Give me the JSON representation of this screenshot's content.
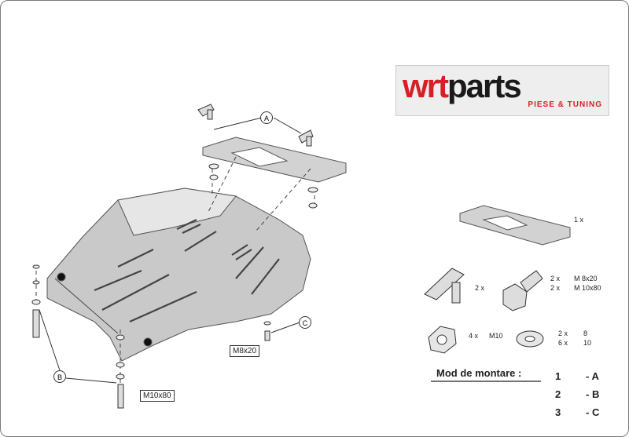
{
  "logo": {
    "brand_left": "wrt",
    "brand_right": "parts",
    "tagline": "PIESE & TUNING",
    "colors": {
      "red": "#d61f26",
      "dark": "#1a1a1a"
    }
  },
  "callouts": {
    "a": "A",
    "b": "B",
    "c": "C"
  },
  "bolt_labels": {
    "m8": "M8x20",
    "m10": "M10x80"
  },
  "parts": {
    "bracket_qty": "1 x",
    "spacer_qty": "2 x",
    "bolts_qty": [
      "2 x",
      "2 x"
    ],
    "bolts_size": [
      "M 8x20",
      "M 10x80"
    ],
    "nut_qty": "4 x",
    "nut_size": "M10",
    "washer_qty": [
      "2 x",
      "6 x"
    ],
    "washer_size": [
      "8",
      "10"
    ]
  },
  "mounting": {
    "title": "Mod de montare  :",
    "steps": [
      {
        "num": "1",
        "letter": "- A"
      },
      {
        "num": "2",
        "letter": "- B"
      },
      {
        "num": "3",
        "letter": "- C"
      }
    ]
  }
}
